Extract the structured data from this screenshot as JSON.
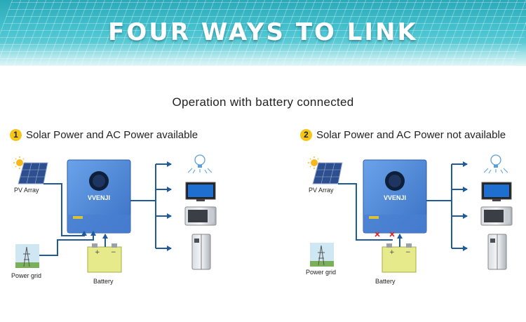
{
  "banner": {
    "title": "FOUR WAYS TO LINK"
  },
  "subtitle": "Operation with battery connected",
  "scenarios": [
    {
      "number": "1",
      "title": "Solar Power and AC Power available",
      "labels": {
        "pv": "PV Array",
        "grid": "Power grid",
        "battery": "Battery"
      },
      "inverter_brand": "VVENJI",
      "grid_connected": true
    },
    {
      "number": "2",
      "title": "Solar Power and AC Power not available",
      "labels": {
        "pv": "PV Array",
        "grid": "Power grid",
        "battery": "Battery"
      },
      "inverter_brand": "VVENJI",
      "grid_connected": false
    }
  ],
  "loads": [
    "lamp-icon",
    "tv-icon",
    "microwave-icon",
    "refrigerator-icon"
  ],
  "colors": {
    "line": "#1f5b9c",
    "inverter": "#4c86d8",
    "battery": "#e6ea8a",
    "cross": "#e02424",
    "number_badge": "#f5c518"
  }
}
